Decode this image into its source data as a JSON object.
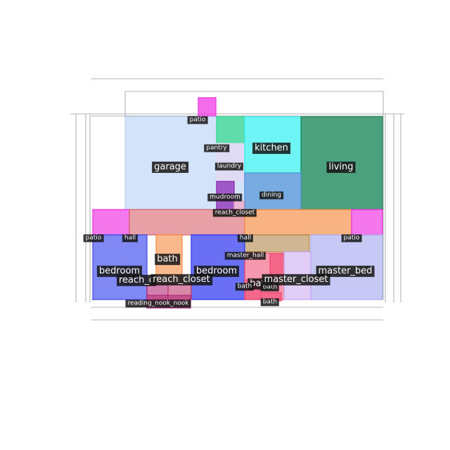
{
  "rooms": [
    {
      "key": "patio_top",
      "label": "patio",
      "color": "#ee2ee0"
    },
    {
      "key": "garage",
      "label": "garage",
      "color": "#bcd4f7"
    },
    {
      "key": "pantry",
      "label": "pantry",
      "color": "#2ed889"
    },
    {
      "key": "laundry",
      "label": "laundry",
      "color": "#e9d6f0"
    },
    {
      "key": "kitchen",
      "label": "kitchen",
      "color": "#30f0ee"
    },
    {
      "key": "living",
      "label": "living",
      "color": "#1e8a5e"
    },
    {
      "key": "dining",
      "label": "dining",
      "color": "#4a8fd8"
    },
    {
      "key": "mudroom",
      "label": "mudroom",
      "color": "#8a1fb0"
    },
    {
      "key": "reach_closet_top",
      "label": "reach_closet",
      "color": "#f0a4c4"
    },
    {
      "key": "patio_left",
      "label": "patio",
      "color": "#ee2ee0"
    },
    {
      "key": "hall_left",
      "label": "hall",
      "color": "#d9606c"
    },
    {
      "key": "hall_right",
      "label": "hall",
      "color": "#f68a40"
    },
    {
      "key": "patio_right",
      "label": "patio",
      "color": "#ee2ee0"
    },
    {
      "key": "master_hall",
      "label": "master_hall",
      "color": "#b28748"
    },
    {
      "key": "bedroom_left",
      "label": "bedroom",
      "color": "#3c48ee"
    },
    {
      "key": "bath_left",
      "label": "bath",
      "color": "#f68a40"
    },
    {
      "key": "bedroom_mid",
      "label": "bedroom",
      "color": "#2a33f0"
    },
    {
      "key": "master_bed",
      "label": "master_bed",
      "color": "#a8acee"
    },
    {
      "key": "reach_closet_a",
      "label": "reach_c",
      "color": "#b02874"
    },
    {
      "key": "reach_closet_b",
      "label": "reach_closet",
      "color": "#c0386c"
    },
    {
      "key": "bath_mid",
      "label": "bath",
      "color": "#f0446e"
    },
    {
      "key": "bath_small",
      "label": "bath",
      "color": "#f0446e"
    },
    {
      "key": "bath_tiny",
      "label": "bath",
      "color": "#f0446e"
    },
    {
      "key": "master_closet",
      "label": "master_closet",
      "color": "#c7a6f0"
    },
    {
      "key": "bath_under",
      "label": "bath",
      "color": "#f0446e"
    },
    {
      "key": "reading_nook",
      "label": "reading_nook_nook",
      "color": "#b02874"
    }
  ]
}
